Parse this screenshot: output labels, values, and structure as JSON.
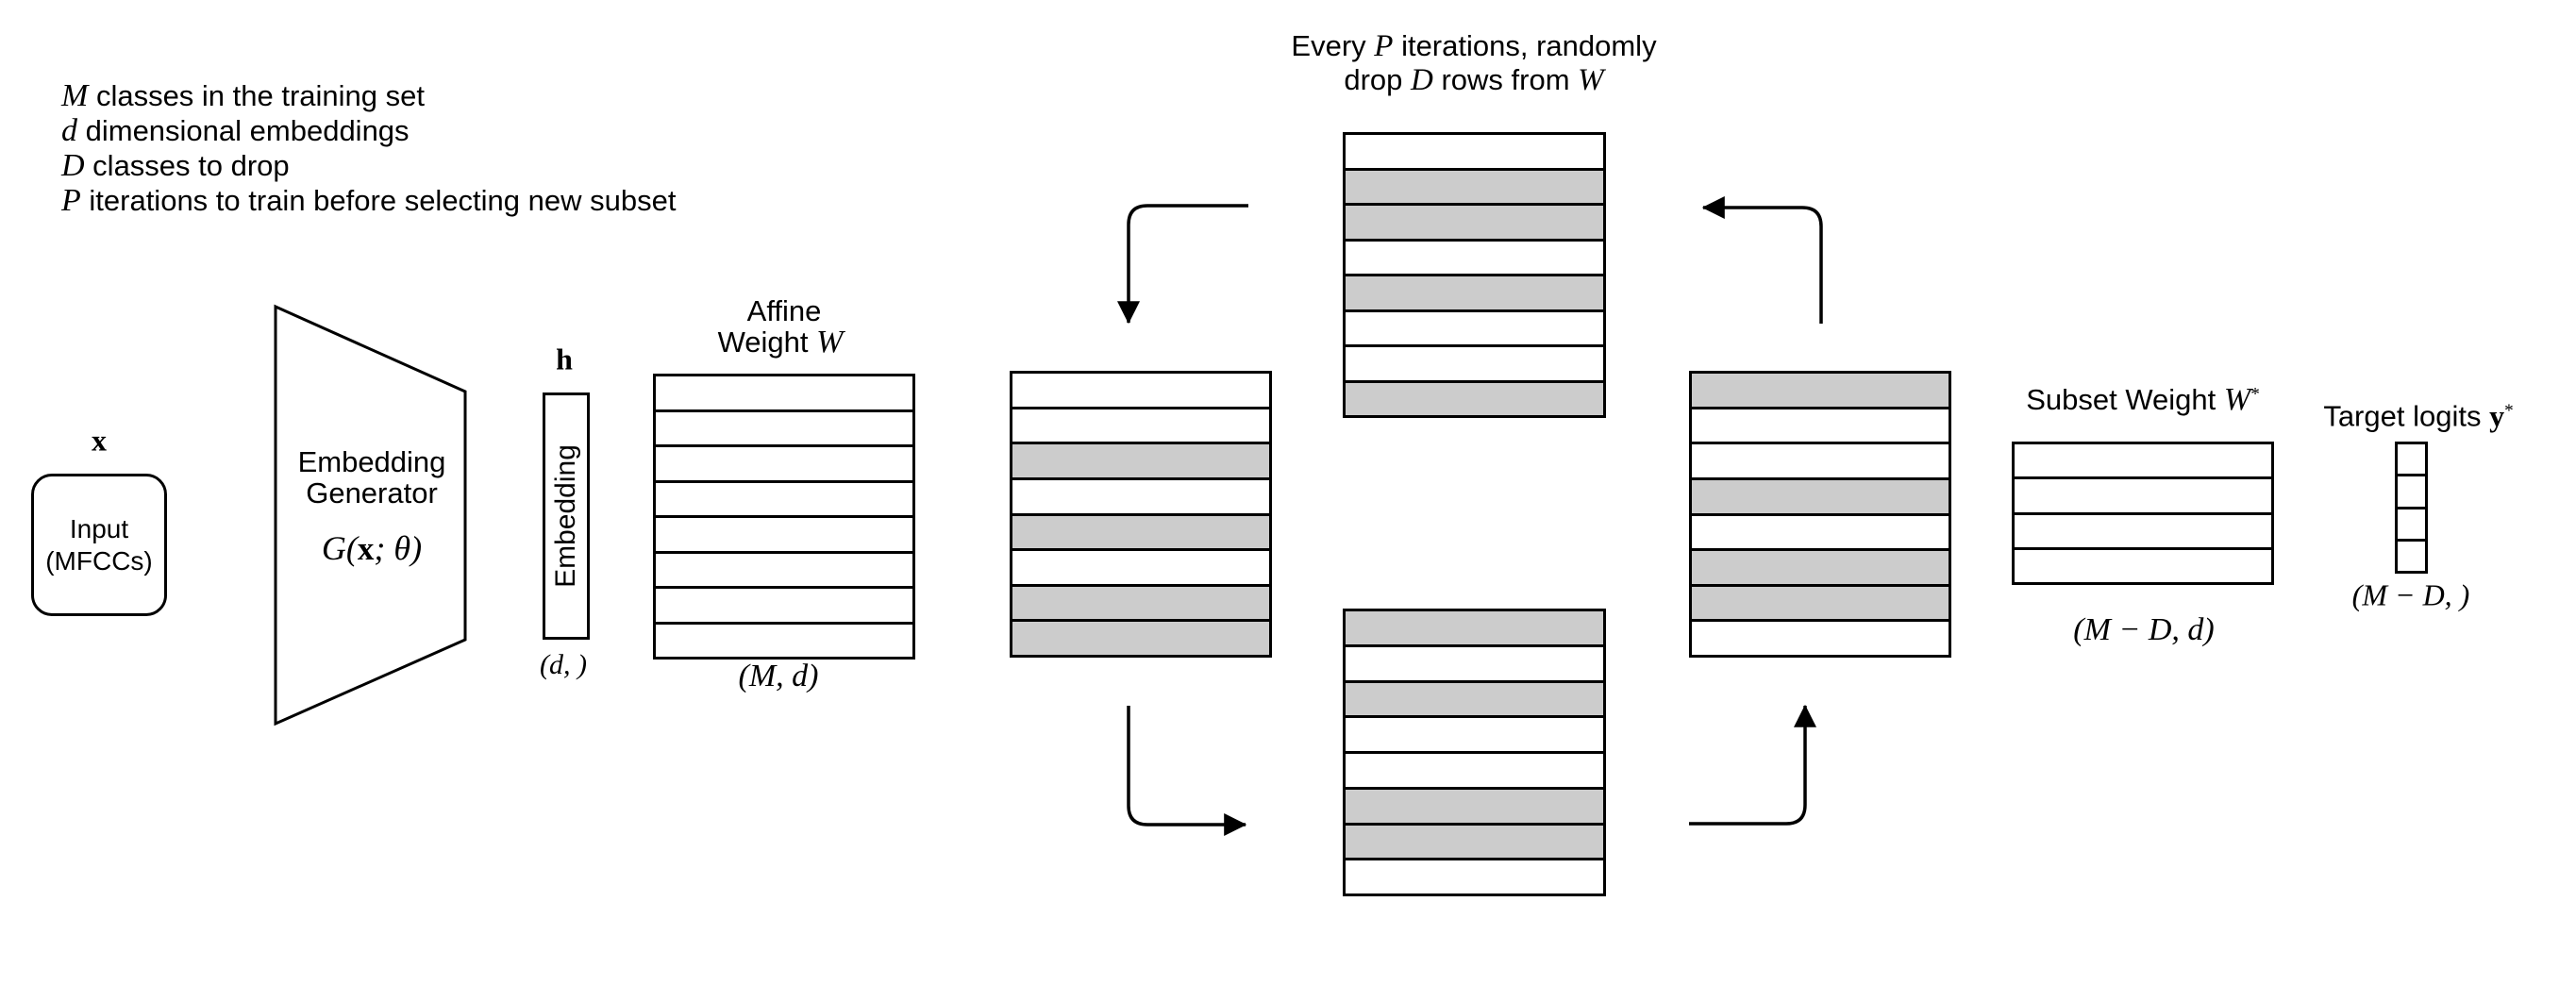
{
  "colors": {
    "gray_row": "#cccccc",
    "line": "#000000",
    "background": "#ffffff"
  },
  "notes": {
    "lines": [
      {
        "sym": "M",
        "rest": " classes in the training set"
      },
      {
        "sym": "d",
        "rest": " dimensional embeddings"
      },
      {
        "sym": "D",
        "rest": " classes to drop"
      },
      {
        "sym": "P",
        "rest": " iterations to train before selecting new subset"
      }
    ]
  },
  "drop_note": {
    "line1": {
      "pre": "Every ",
      "sym": "P",
      "post": " iterations, randomly"
    },
    "line2": {
      "pre": "drop ",
      "sym": "D",
      "mid": " rows from ",
      "sym2": "W"
    }
  },
  "input_block": {
    "symbol": "x",
    "line1": "Input",
    "line2": "(MFCCs)"
  },
  "generator": {
    "line1": "Embedding",
    "line2": "Generator",
    "expr_pre": "G(",
    "expr_x": "x",
    "expr_post": "; θ)"
  },
  "embedding_vec": {
    "symbol": "h",
    "label": "Embedding",
    "shape": "(d, )"
  },
  "affine": {
    "title1": "Affine",
    "title2_pre": "Weight ",
    "title2_sym": "W",
    "shape": "(M, d)",
    "rows": [
      "white",
      "white",
      "white",
      "white",
      "white",
      "white",
      "white",
      "white"
    ]
  },
  "mat_after_drop": {
    "rows": [
      "white",
      "white",
      "gray",
      "white",
      "gray",
      "white",
      "gray",
      "gray"
    ]
  },
  "mat_top": {
    "rows": [
      "white",
      "gray",
      "gray",
      "white",
      "gray",
      "white",
      "white",
      "gray"
    ]
  },
  "mat_bottom": {
    "rows": [
      "gray",
      "white",
      "gray",
      "white",
      "white",
      "gray",
      "gray",
      "white"
    ]
  },
  "mat_right": {
    "rows": [
      "gray",
      "white",
      "white",
      "gray",
      "white",
      "gray",
      "gray",
      "white"
    ]
  },
  "subset": {
    "title_pre": "Subset Weight ",
    "title_sym": "W",
    "title_sup": "*",
    "shape": "(M − D, d)",
    "rows": [
      "white",
      "white",
      "white",
      "white"
    ]
  },
  "target": {
    "title_pre": "Target logits ",
    "title_sym": "y",
    "title_sup": "*",
    "shape": "(M − D, )",
    "cells": [
      "white",
      "white",
      "white",
      "white"
    ]
  }
}
